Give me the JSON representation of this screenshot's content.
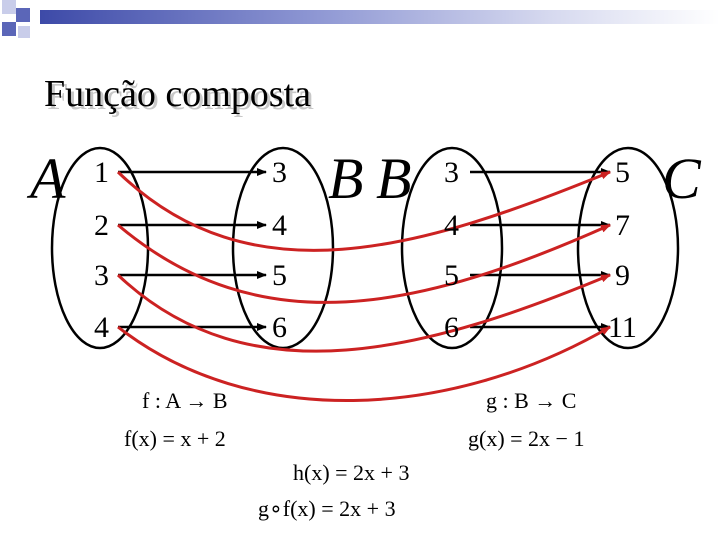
{
  "title": "Função composta",
  "set_labels": {
    "a": "A",
    "b1": "B",
    "b2": "B",
    "c": "C"
  },
  "set_a": [
    "1",
    "2",
    "3",
    "4"
  ],
  "set_b_left": [
    "3",
    "4",
    "5",
    "6"
  ],
  "set_b_right": [
    "3",
    "4",
    "5",
    "6"
  ],
  "set_c": [
    "5",
    "7",
    "9",
    "11"
  ],
  "formulas": {
    "f_map": "f : A → B",
    "f_rule": "f(x) = x + 2",
    "g_map": "g : B → C",
    "g_rule": "g(x) = 2x − 1",
    "h_rule": "h(x) = 2x + 3",
    "composite_rule": "g∘f(x) = 2x + 3"
  },
  "colors": {
    "black_arrow": "#000000",
    "red_arrow": "#cc2222",
    "accent_bar": "#3d4aa8",
    "accent_square": "#5b66b8"
  },
  "mappings": {
    "f": [
      [
        "1",
        "3"
      ],
      [
        "2",
        "4"
      ],
      [
        "3",
        "5"
      ],
      [
        "4",
        "6"
      ]
    ],
    "g": [
      [
        "3",
        "5"
      ],
      [
        "4",
        "7"
      ],
      [
        "5",
        "9"
      ],
      [
        "6",
        "11"
      ]
    ],
    "red_curves": [
      [
        "1",
        "5"
      ],
      [
        "2",
        "7"
      ],
      [
        "3",
        "9"
      ],
      [
        "4",
        "11"
      ]
    ]
  }
}
